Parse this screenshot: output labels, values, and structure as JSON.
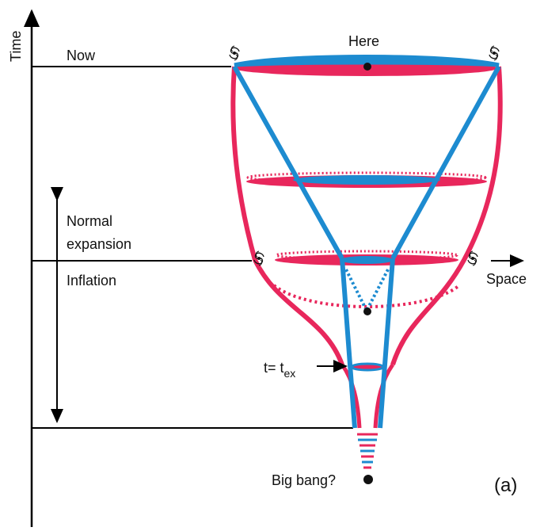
{
  "labels": {
    "time": "Time",
    "now": "Now",
    "here": "Here",
    "normal_expansion_1": "Normal",
    "normal_expansion_2": "expansion",
    "inflation": "Inflation",
    "space": "Space",
    "t_prefix": "t= t",
    "t_sub": "ex",
    "big_bang": "Big bang?",
    "panel": "(a)"
  },
  "colors": {
    "pink": "#e8275c",
    "blue": "#1d8bd0",
    "axis": "#000000"
  },
  "icons": {
    "galaxy": "spiral-galaxy-icon"
  }
}
